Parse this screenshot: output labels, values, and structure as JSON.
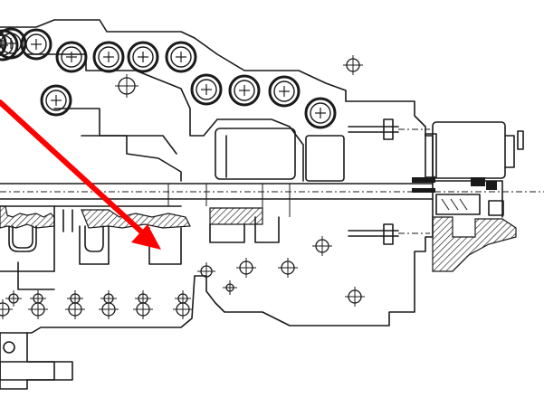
{
  "figure": {
    "kind": "mechanical-cross-section",
    "colors": {
      "ink": "#1a1a1a",
      "paper": "#ffffff",
      "arrow": "#ff0000"
    },
    "annotation": {
      "shape": "arrow",
      "color": "#ff0000"
    },
    "features": {
      "large_rollers": 13,
      "bolt_hole_marks": 20,
      "hatched_sections": 4,
      "pocket_cavities": 4
    }
  }
}
